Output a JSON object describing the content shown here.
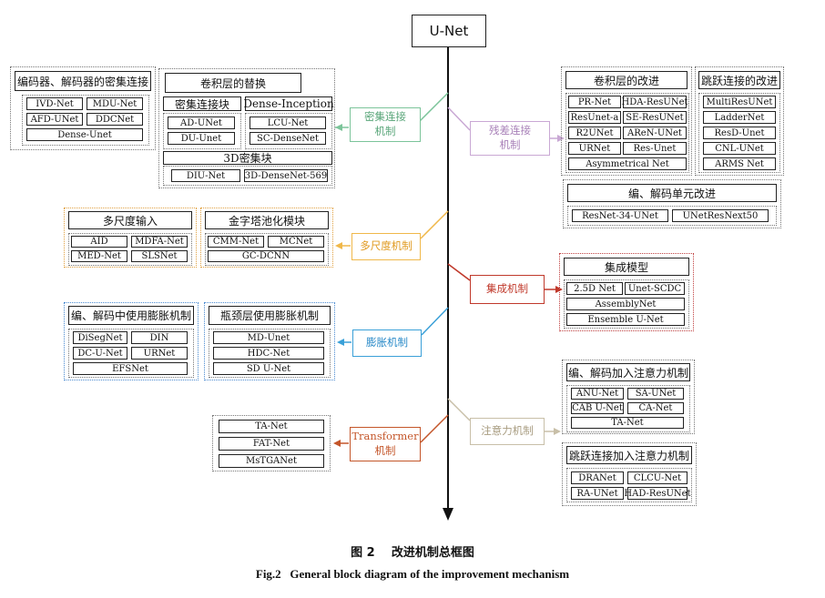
{
  "root": "U-Net",
  "mechanisms": {
    "dense": "密集连接\n机制",
    "residual": "残差连接\n机制",
    "multiscale": "多尺度机制",
    "ensemble": "集成机制",
    "dilation": "膨胀机制",
    "attention": "注意力机制",
    "transformer": "Transformer\n机制"
  },
  "colors": {
    "dense": "#7cc49a",
    "residual": "#c9a8d4",
    "multiscale": "#f0b84a",
    "ensemble": "#c0392b",
    "dilation": "#3aa0d8",
    "attention": "#c8bfa8",
    "transformer": "#c4562a"
  },
  "groups": {
    "enc_dec_dense": {
      "title": "编码器、解码器的密集连接",
      "items": [
        "IVD-Net",
        "MDU-Net",
        "AFD-UNet",
        "DDCNet",
        "Dense-Unet"
      ]
    },
    "conv_replace": {
      "title": "卷积层的替换",
      "dense_block": {
        "title": "密集连接块",
        "items": [
          "AD-UNet",
          "DU-Unet"
        ]
      },
      "dense_inception": {
        "title": "Dense-Inception",
        "items": [
          "LCU-Net",
          "SC-DenseNet"
        ]
      },
      "dense3d": {
        "title": "3D密集块",
        "items": [
          "DIU-Net",
          "3D-DenseNet-569"
        ]
      }
    },
    "conv_improve": {
      "title": "卷积层的改进",
      "items": [
        "PR-Net",
        "HDA-ResUNet",
        "ResUnet-a",
        "SE-ResUNet",
        "R2UNet",
        "AReN-UNet",
        "URNet",
        "Res-Unet",
        "Asymmetrical Net"
      ]
    },
    "skip_improve": {
      "title": "跳跃连接的改进",
      "items": [
        "MultiResUNet",
        "LadderNet",
        "ResD-Unet",
        "CNL-UNet",
        "ARMS Net"
      ]
    },
    "encdec_unit": {
      "title": "编、解码单元改进",
      "items": [
        "ResNet-34-UNet",
        "UNetResNext50"
      ]
    },
    "multiscale_input": {
      "title": "多尺度输入",
      "items": [
        "AID",
        "MDFA-Net",
        "MED-Net",
        "SLSNet"
      ]
    },
    "pyramid_pool": {
      "title": "金字塔池化模块",
      "items": [
        "CMM-Net",
        "MCNet",
        "GC-DCNN"
      ]
    },
    "ensemble_model": {
      "title": "集成模型",
      "items": [
        "2.5D Net",
        "Unet-SCDC",
        "AssemblyNet",
        "Ensemble U-Net"
      ]
    },
    "encdec_dilation": {
      "title": "编、解码中使用膨胀机制",
      "items": [
        "DiSegNet",
        "DIN",
        "DC-U-Net",
        "URNet",
        "EFSNet"
      ]
    },
    "bottleneck_dilation": {
      "title": "瓶颈层使用膨胀机制",
      "items": [
        "MD-Unet",
        "HDC-Net",
        "SD U-Net"
      ]
    },
    "transformer_models": {
      "items": [
        "TA-Net",
        "FAT-Net",
        "MsTGANet"
      ]
    },
    "encdec_attention": {
      "title": "编、解码加入注意力机制",
      "items": [
        "ANU-Net",
        "SA-UNet",
        "CAB U-Net",
        "CA-Net",
        "TA-Net"
      ]
    },
    "skip_attention": {
      "title": "跳跃连接加入注意力机制",
      "items": [
        "DRANet",
        "CLCU-Net",
        "RA-UNet",
        "HAD-ResUNet"
      ]
    }
  },
  "caption": {
    "cn": "图 2    改进机制总框图",
    "en": "Fig.2   General block diagram of the improvement mechanism"
  }
}
